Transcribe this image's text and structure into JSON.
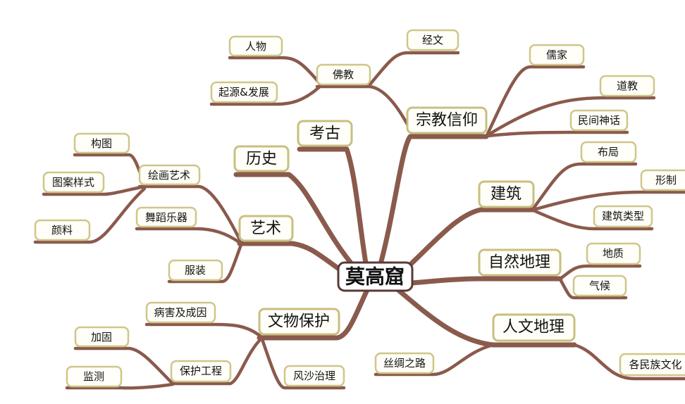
{
  "center": "莫高窟",
  "main": {
    "kaogu": "考古",
    "lishi": "历史",
    "yishu": "艺术",
    "wenwu": "文物保护",
    "zongjiao": "宗教信仰",
    "jianzhu": "建筑",
    "ziran": "自然地理",
    "renwen": "人文地理"
  },
  "sub": {
    "fojiao": "佛教",
    "renwu": "人物",
    "qiyuan": "起源&发展",
    "jingwen": "经文",
    "rujia": "儒家",
    "daojiao": "道教",
    "minjian": "民间神话",
    "buju": "布局",
    "xingzhi": "形制",
    "leixing": "建筑类型",
    "dizhi": "地质",
    "qihou": "气候",
    "minzu": "各民族文化",
    "sichou": "丝绸之路",
    "huihua": "绘画艺术",
    "goutu": "构图",
    "tuan": "图案样式",
    "yanliao": "颜料",
    "wudao": "舞蹈乐器",
    "fuzhuang": "服装",
    "binghai": "病害及成因",
    "gongcheng": "保护工程",
    "jiagu": "加固",
    "jiance": "监测",
    "fengsha": "风沙治理"
  },
  "colors": {
    "branch": "#8a5a4c",
    "node_border": "#cfc68a",
    "center_border": "#5a3a36"
  }
}
